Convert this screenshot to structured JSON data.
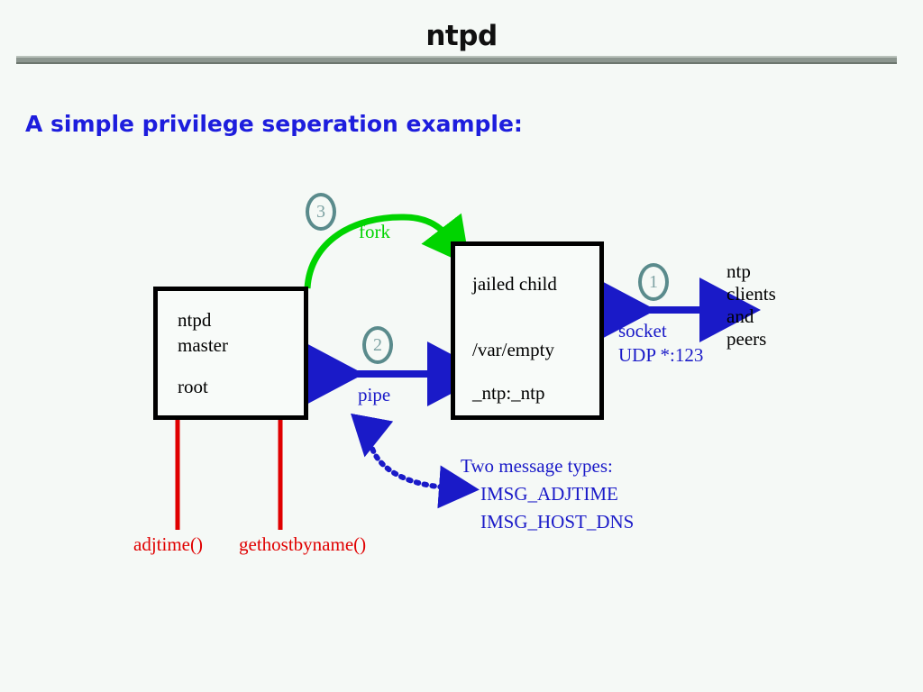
{
  "header": {
    "title": "ntpd"
  },
  "subtitle": "A simple privilege seperation example:",
  "colors": {
    "background": "#f5f9f6",
    "rule": "#8c968f",
    "subtitle": "#1d1ddd",
    "box_border": "#000000",
    "blue_arrow": "#1a1ac8",
    "green_arrow": "#00d400",
    "red_line": "#e00000",
    "badge": "#5a8b8c"
  },
  "diagram": {
    "boxes": [
      {
        "name": "ntpd-master",
        "lines": [
          "ntpd",
          "master",
          "root"
        ]
      },
      {
        "name": "jailed-child",
        "lines": [
          "jailed child",
          "/var/empty",
          "_ntp:_ntp"
        ]
      }
    ],
    "steps": [
      {
        "number": "1",
        "label": "socket"
      },
      {
        "number": "2",
        "label": "pipe"
      },
      {
        "number": "3",
        "label": "fork"
      }
    ],
    "connections": {
      "fork_label": "fork",
      "pipe_label": "pipe",
      "socket_label_line1": "socket",
      "socket_label_line2": "UDP *:123"
    },
    "peers": [
      "ntp",
      "clients",
      "and",
      "peers"
    ],
    "syscalls": [
      "adjtime()",
      "gethostbyname()"
    ],
    "messages": {
      "heading": "Two message types:",
      "items": [
        "IMSG_ADJTIME",
        "IMSG_HOST_DNS"
      ]
    }
  }
}
